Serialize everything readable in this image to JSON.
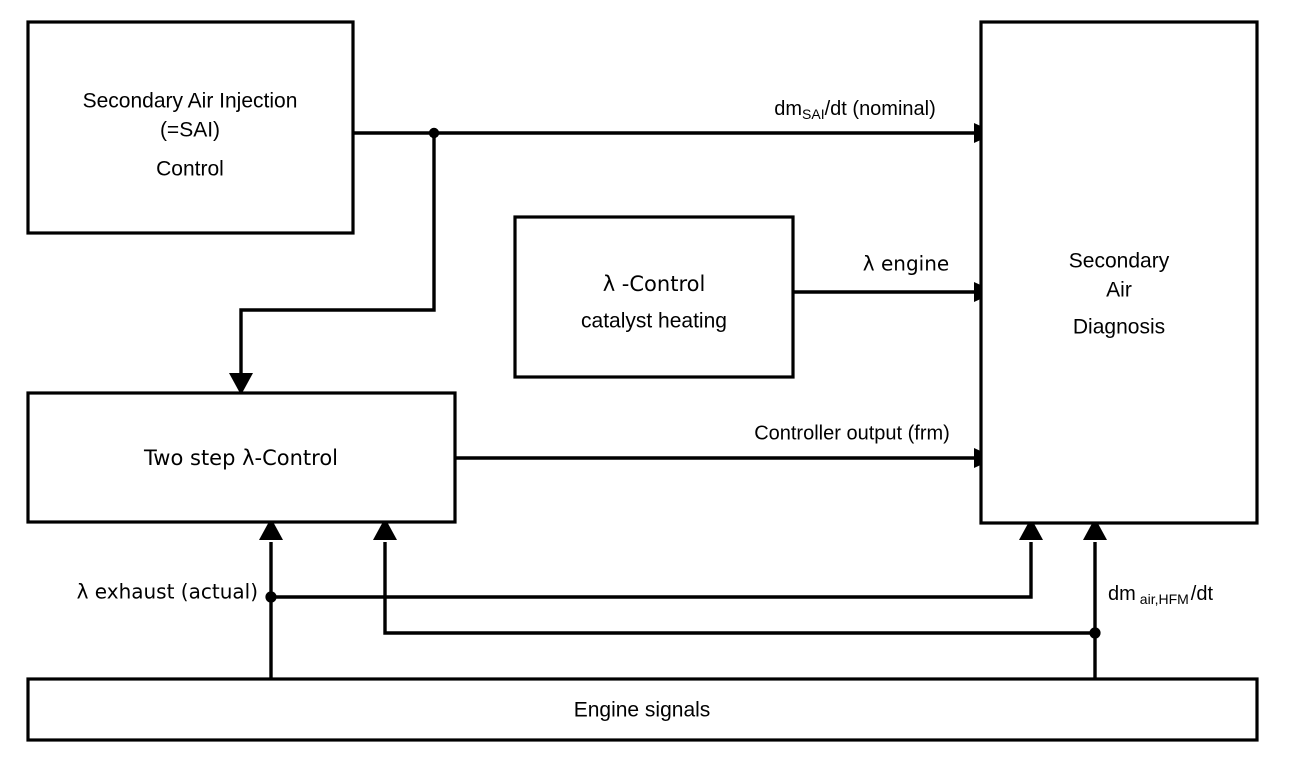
{
  "diagram": {
    "title": "Secondary Air Injection Diagnosis Block Diagram",
    "background_color": "#ffffff",
    "line_color": "#000000",
    "blocks": {
      "sai_control": {
        "line1": "Secondary Air Injection",
        "line2": "(=SAI)",
        "line3": "Control"
      },
      "lambda_catalyst": {
        "line1": "λ -Control",
        "line2": "catalyst heating"
      },
      "secondary_air_diagnosis": {
        "line1": "Secondary",
        "line2": "Air",
        "line3": "Diagnosis"
      },
      "two_step_lambda_control": {
        "line1": "Two step  λ-Control"
      },
      "engine_signals": {
        "line1": "Engine signals"
      }
    },
    "signals": {
      "dm_sai": {
        "prefix": "dm",
        "subscript": "SAI",
        "suffix": "/dt (nominal)"
      },
      "lambda_engine": {
        "text": "λ engine"
      },
      "controller_output": {
        "text": "Controller output (frm)"
      },
      "lambda_exhaust": {
        "text": "λ exhaust (actual)"
      },
      "dm_air_hfm": {
        "prefix": "dm",
        "subscript": "air,HFM",
        "suffix": "/dt"
      }
    }
  }
}
